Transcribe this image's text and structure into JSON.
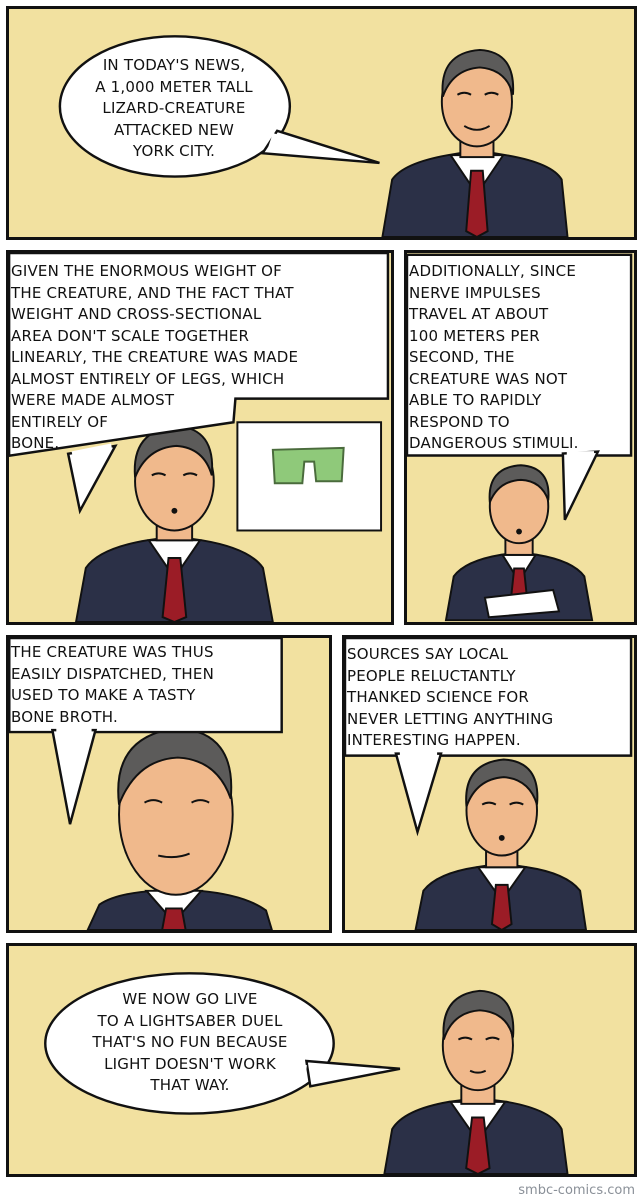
{
  "panels": [
    {
      "text": "IN TODAY'S NEWS,\nA 1,000 METER TALL\nLIZARD-CREATURE\nATTACKED NEW\nYORK CITY."
    },
    {
      "text": "GIVEN THE ENORMOUS WEIGHT OF\nTHE CREATURE, AND THE FACT THAT\nWEIGHT AND CROSS-SECTIONAL\nAREA DON'T SCALE TOGETHER\nLINEARLY, THE CREATURE WAS MADE\nALMOST ENTIRELY OF LEGS, WHICH\nWERE MADE ALMOST\nENTIRELY OF\nBONE."
    },
    {
      "text": "ADDITIONALLY, SINCE\nNERVE IMPULSES\nTRAVEL AT ABOUT\n100 METERS PER\nSECOND, THE\nCREATURE WAS NOT\nABLE TO RAPIDLY\nRESPOND TO\nDANGEROUS STIMULI."
    },
    {
      "text": "THE CREATURE WAS THUS\nEASILY DISPATCHED, THEN\nUSED TO MAKE A TASTY\nBONE BROTH."
    },
    {
      "text": "SOURCES SAY LOCAL\nPEOPLE RELUCTANTLY\nTHANKED SCIENCE FOR\nNEVER LETTING ANYTHING\nINTERESTING HAPPEN."
    },
    {
      "text": "WE NOW GO LIVE\nTO A LIGHTSABER DUEL\nTHAT'S NO FUN BECAUSE\nLIGHT DOESN'T WORK\nTHAT WAY."
    }
  ],
  "credit": "smbc-comics.com",
  "colors": {
    "panel_bg": "#f2e1a0",
    "suit": "#2b3047",
    "tie": "#9b1c26",
    "skin": "#f0b98c",
    "hair": "#5c5b5a",
    "creature": "#8fc97a"
  }
}
